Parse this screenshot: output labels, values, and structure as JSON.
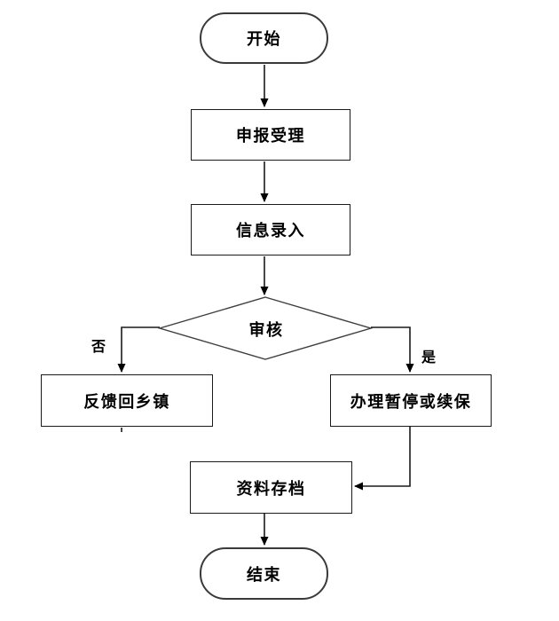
{
  "diagram": {
    "type": "flowchart",
    "background_color": "#ffffff",
    "stroke_color": "#1a1a1a",
    "text_color": "#000000",
    "nodes": [
      {
        "id": "start",
        "shape": "terminator",
        "label": "开始"
      },
      {
        "id": "declare-accept",
        "shape": "process",
        "label": "申报受理"
      },
      {
        "id": "info-entry",
        "shape": "process",
        "label": "信息录入"
      },
      {
        "id": "review",
        "shape": "decision",
        "label": "审核"
      },
      {
        "id": "feedback-township",
        "shape": "process",
        "label": "反馈回乡镇"
      },
      {
        "id": "suspend-or-renew",
        "shape": "process",
        "label": "办理暂停或续保"
      },
      {
        "id": "archive",
        "shape": "process",
        "label": "资料存档"
      },
      {
        "id": "end",
        "shape": "terminator",
        "label": "结束"
      }
    ],
    "branch_labels": {
      "no": "否",
      "yes": "是"
    }
  }
}
